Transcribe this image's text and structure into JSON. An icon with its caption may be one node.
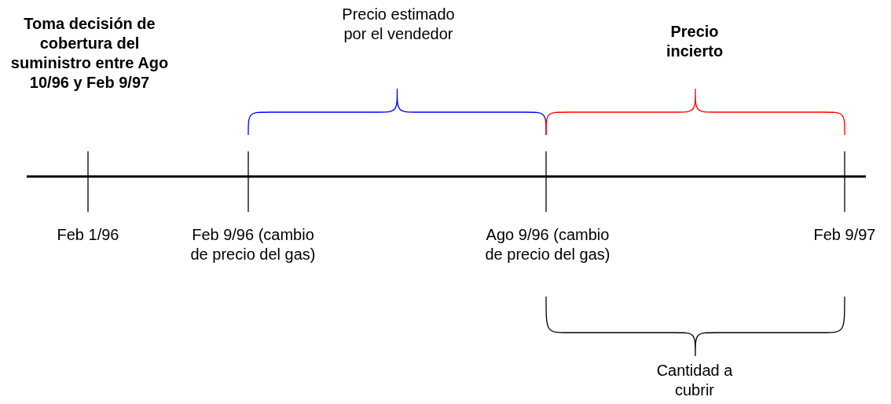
{
  "diagram": {
    "labels": [
      "Toma decisión de cobertura del suministro entre Ago 10/96 y Feb 9/97",
      "Precio estimado por el vendedor",
      "Precio incierto",
      "Feb 1/96",
      "Feb 9/96 (cambio de precio del gas)",
      "Ago 9/96 (cambio de precio del gas)",
      "Feb 9/97",
      "Cantidad a cubrir"
    ]
  }
}
